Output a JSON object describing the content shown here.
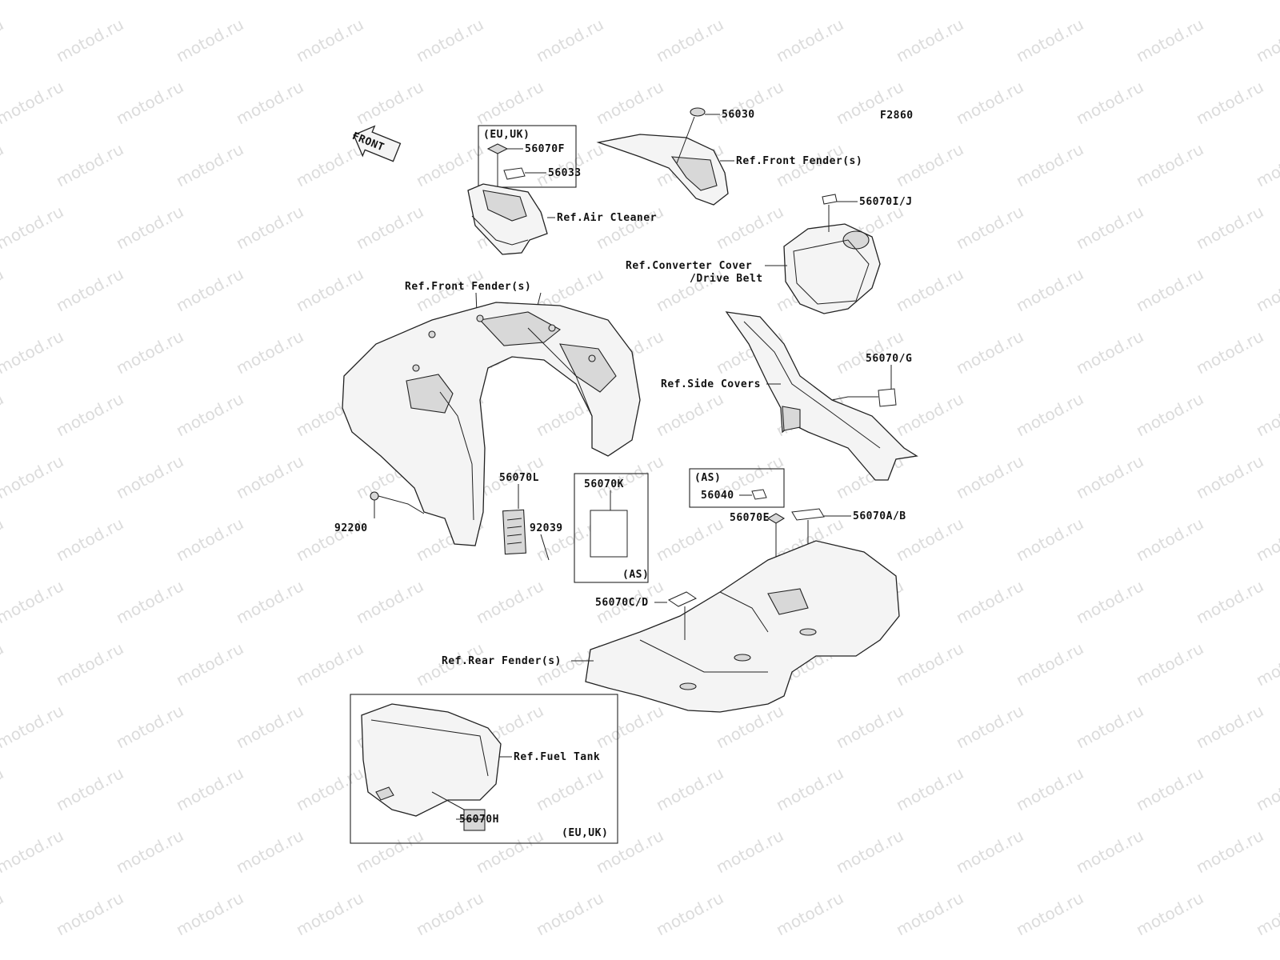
{
  "figure_code": "F2860",
  "front_arrow_label": "FRONT",
  "watermark_text": "motod.ru",
  "labels": {
    "p56070F": "56070F",
    "p56033": "56033",
    "eu_uk_top": "(EU,UK)",
    "ref_air_cleaner": "Ref.Air Cleaner",
    "p56030": "56030",
    "ref_front_fender_top": "Ref.Front Fender(s)",
    "p56070IJ": "56070I/J",
    "ref_converter_cover": "Ref.Converter Cover",
    "ref_drive_belt": "/Drive Belt",
    "ref_front_fender_main": "Ref.Front Fender(s)",
    "p56070G": "56070/G",
    "ref_side_covers": "Ref.Side Covers",
    "p56070L": "56070L",
    "p56070K": "56070K",
    "as_k": "(AS)",
    "as_box": "(AS)",
    "p56040": "56040",
    "p92200": "92200",
    "p92039": "92039",
    "p56070E": "56070E",
    "p56070AB": "56070A/B",
    "p56070CD": "56070C/D",
    "ref_rear_fender": "Ref.Rear Fender(s)",
    "ref_fuel_tank": "Ref.Fuel Tank",
    "p56070H": "56070H",
    "eu_uk_bottom": "(EU,UK)"
  }
}
